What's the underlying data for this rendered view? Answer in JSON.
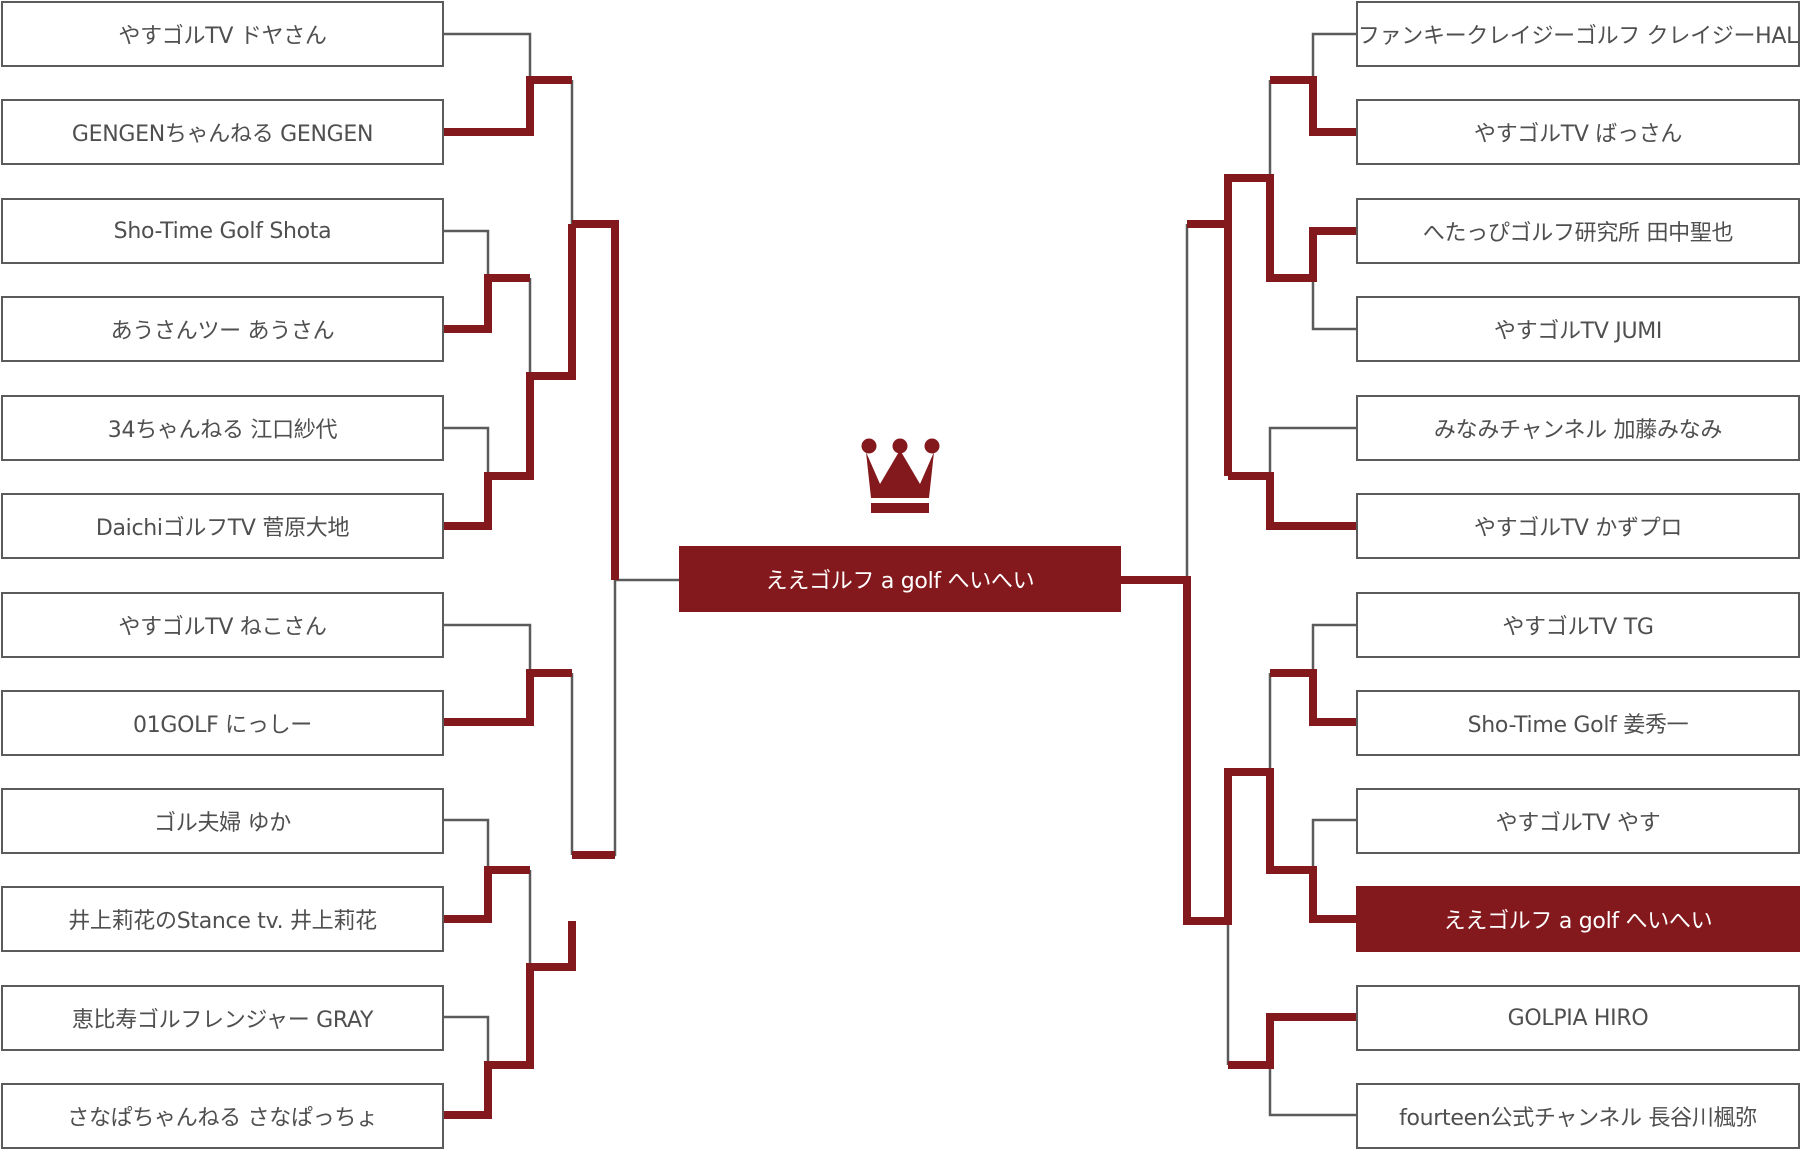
{
  "colors": {
    "accent": "#84191d",
    "line": "#5b5b5b",
    "text": "#4f4f4f"
  },
  "crown_icon": "crown-icon",
  "champion": "ええゴルフ a golf へいへい",
  "left_players": [
    "やすゴルTV ドヤさん",
    "GENGENちゃんねる GENGEN",
    "Sho-Time Golf Shota",
    "あうさんツー あうさん",
    "34ちゃんねる 江口紗代",
    "DaichiゴルフTV 菅原大地",
    "やすゴルTV ねこさん",
    "01GOLF にっしー",
    "ゴル夫婦 ゆか",
    "井上莉花のStance tv. 井上莉花",
    "恵比寿ゴルフレンジャー GRAY",
    "さなぱちゃんねる さなぱっちょ"
  ],
  "right_players": [
    "ファンキークレイジーゴルフ クレイジーHAL",
    "やすゴルTV ばっさん",
    "へたっぴゴルフ研究所 田中聖也",
    "やすゴルTV JUMI",
    "みなみチャンネル 加藤みなみ",
    "やすゴルTV かずプロ",
    "やすゴルTV TG",
    "Sho-Time Golf 姜秀一",
    "やすゴルTV やす",
    "ええゴルフ a golf へいへい",
    "GOLPIA HIRO",
    "fourteen公式チャンネル 長谷川楓弥"
  ],
  "right_highlighted": "ええゴルフ a golf へいへい"
}
